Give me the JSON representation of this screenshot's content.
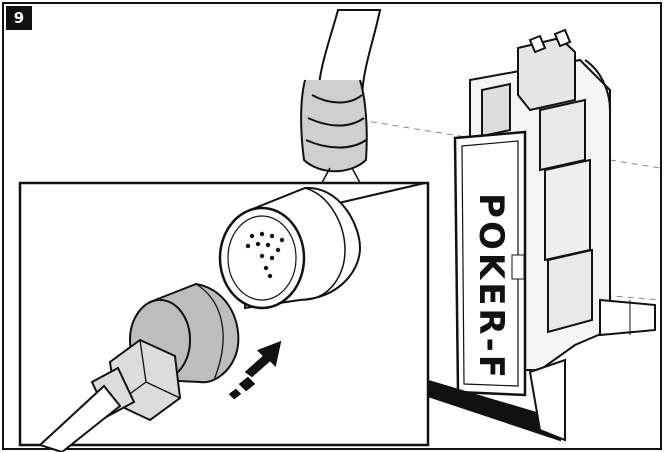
{
  "step_number": "9",
  "device_label": "POKER-F",
  "colors": {
    "ink": "#111111",
    "paper": "#ffffff",
    "shade": "#bdbdbd",
    "light_shade": "#dcdcdc"
  },
  "parts": [
    "outer-frame",
    "device-housing",
    "device-cable",
    "inset-panel",
    "female-socket",
    "male-plug",
    "insert-arrow"
  ]
}
